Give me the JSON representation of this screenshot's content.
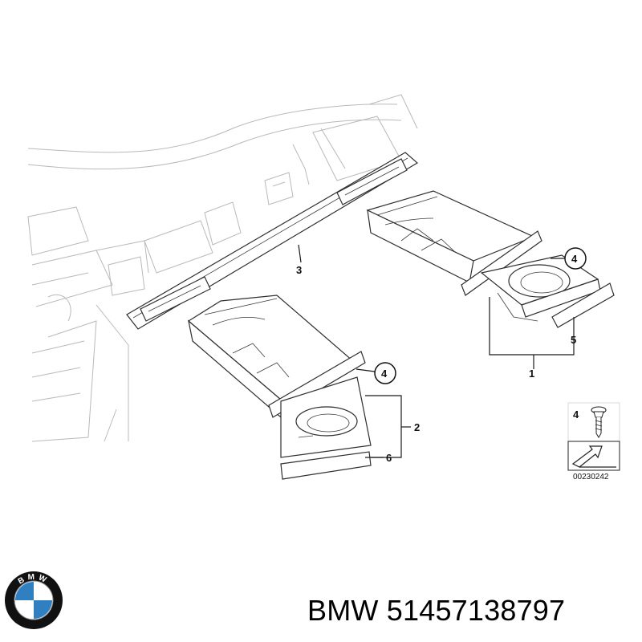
{
  "diagram": {
    "callouts": {
      "part1": "1",
      "part2": "2",
      "part3": "3",
      "part4_a": "4",
      "part4_b": "4",
      "part5": "5",
      "part6": "6"
    },
    "legend": {
      "item_number": "4",
      "image_code": "00230242"
    }
  },
  "caption": {
    "brand": "BMW",
    "part_number": "51457138797"
  },
  "logo": {
    "letters": "BMW",
    "colors": {
      "blue": "#2f7fc1",
      "white": "#ffffff",
      "ring": "#111111"
    }
  }
}
